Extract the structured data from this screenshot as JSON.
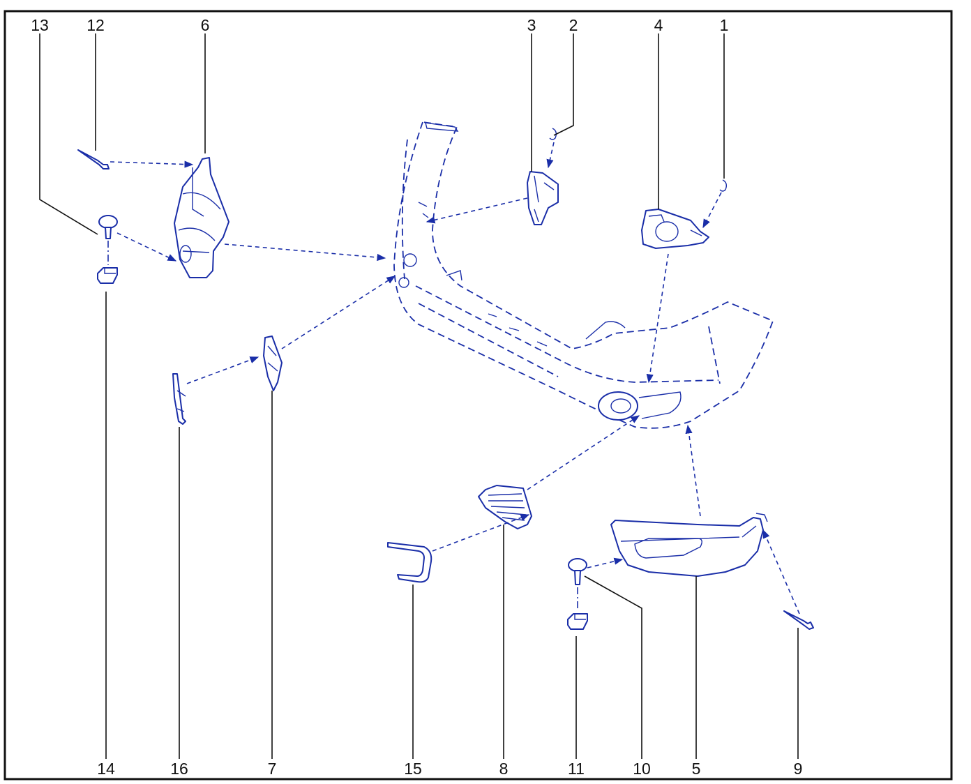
{
  "callouts": {
    "c13": "13",
    "c12": "12",
    "c6": "6",
    "c3": "3",
    "c2": "2",
    "c4": "4",
    "c1": "1",
    "c14": "14",
    "c16": "16",
    "c7": "7",
    "c15": "15",
    "c8": "8",
    "c11": "11",
    "c10": "10",
    "c5": "5",
    "c9": "9"
  },
  "colors": {
    "parts": "#1a2ea8",
    "labels": "#111111",
    "frame": "#111111"
  }
}
